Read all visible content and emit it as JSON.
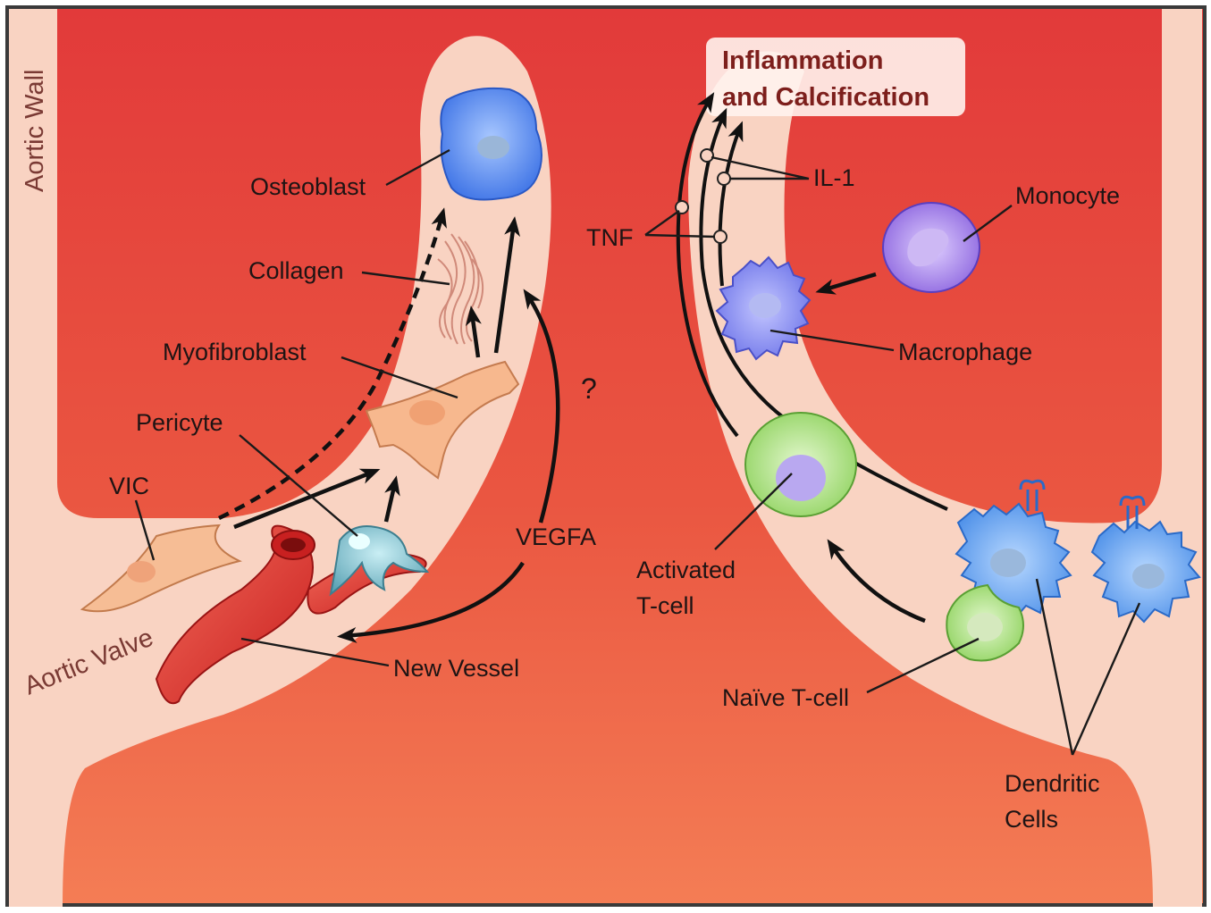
{
  "labels": {
    "aortic_wall": "Aortic Wall",
    "aortic_valve": "Aortic Valve",
    "title_line1": "Inflammation",
    "title_line2": "and Calcification",
    "osteoblast": "Osteoblast",
    "collagen": "Collagen",
    "myofibroblast": "Myofibroblast",
    "pericyte": "Pericyte",
    "vic": "VIC",
    "vegfa": "VEGFA",
    "question": "?",
    "new_vessel": "New Vessel",
    "tnf": "TNF",
    "il1": "IL-1",
    "monocyte": "Monocyte",
    "macrophage": "Macrophage",
    "activated_tcell_line1": "Activated",
    "activated_tcell_line2": "T-cell",
    "naive_tcell": "Naïve T-cell",
    "dendritic_line1": "Dendritic",
    "dendritic_line2": "Cells"
  },
  "colors": {
    "wall_top": "#e23a3a",
    "wall_bottom": "#f47a52",
    "valve_fill": "#f9d3c2",
    "title_text": "#7d1f1c",
    "osteoblast": "#5a8ef0",
    "macrophage": "#7d86f0",
    "monocyte": "#9a7be6",
    "dendritic": "#6aa8f2",
    "activated_tcell": "#b3e48c",
    "vessel": "#e0312c",
    "pericyte": "#6fb6c8",
    "myofibroblast": "#f6b68c"
  }
}
